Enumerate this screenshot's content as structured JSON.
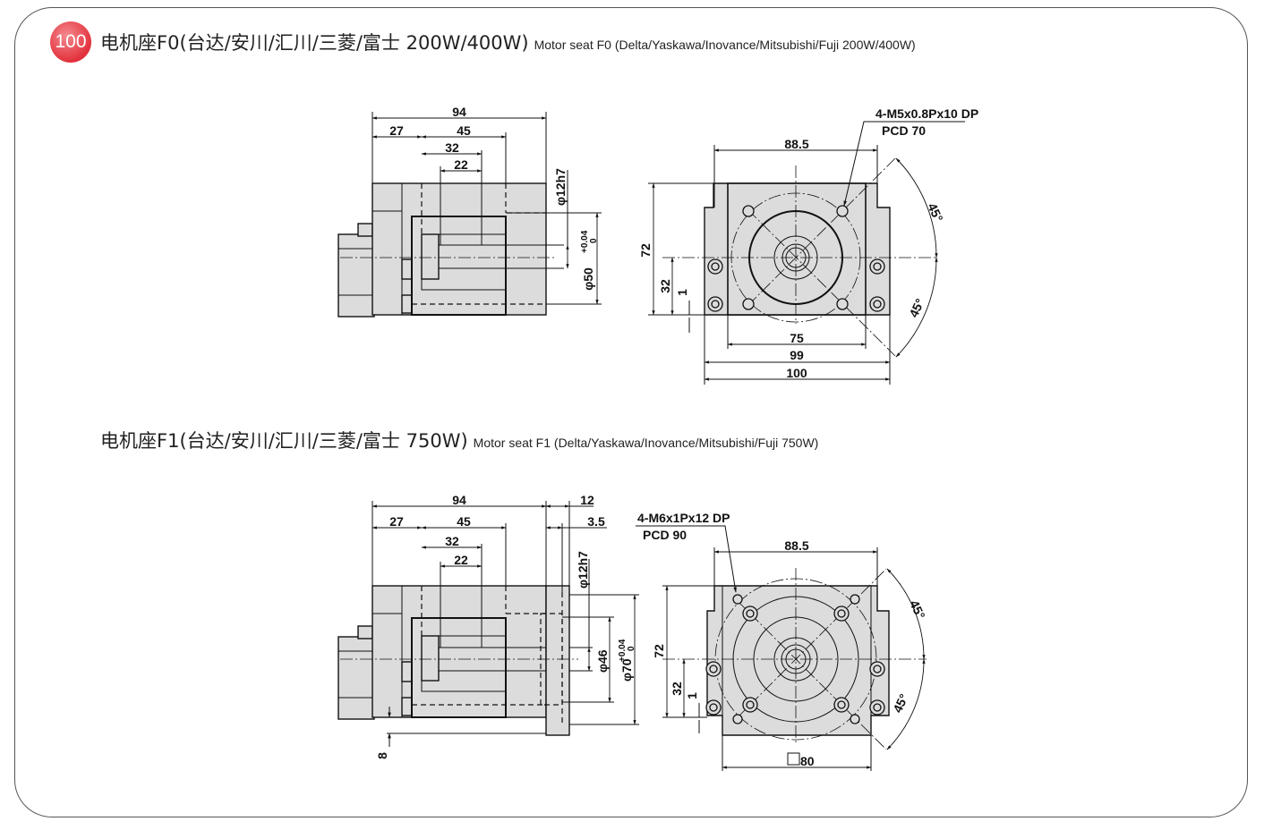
{
  "badge": {
    "number": "100",
    "color": "#e2323d"
  },
  "section_f0": {
    "title_cn": "电机座F0(台达/安川/汇川/三菱/富士  200W/400W)",
    "title_en": "Motor seat F0 (Delta/Yaskawa/Inovance/Mitsubishi/Fuji  200W/400W)",
    "side_view": {
      "d94": "94",
      "d27": "27",
      "d45": "45",
      "d32": "32",
      "d22": "22",
      "shaft": "φ12h7",
      "spigot": "φ50",
      "tol_upper": "+0.04",
      "tol_lower": "0"
    },
    "front_view": {
      "thread_note": "4-M5x0.8Px10 DP",
      "pcd": "PCD 70",
      "w885": "88.5",
      "h72": "72",
      "h32": "32",
      "h1": "1",
      "w75": "75",
      "w99": "99",
      "w100": "100",
      "angle_top": "45°",
      "angle_bottom": "45°"
    }
  },
  "section_f1": {
    "title_cn": "电机座F1(台达/安川/汇川/三菱/富士  750W)",
    "title_en": "Motor seat F1 (Delta/Yaskawa/Inovance/Mitsubishi/Fuji  750W)",
    "side_view": {
      "d94": "94",
      "d12": "12",
      "d35": "3.5",
      "d27": "27",
      "d45": "45",
      "d32": "32",
      "d22": "22",
      "shaft": "φ12h7",
      "bore": "φ46",
      "spigot": "φ70",
      "tol_upper": "+0.04",
      "tol_lower": "0",
      "d8": "8"
    },
    "front_view": {
      "thread_note": "4-M6x1Px12 DP",
      "pcd": "PCD 90",
      "w885": "88.5",
      "h72": "72",
      "h32": "32",
      "h1": "1",
      "square80": "80",
      "angle_top": "45°",
      "angle_bottom": "45°"
    }
  }
}
